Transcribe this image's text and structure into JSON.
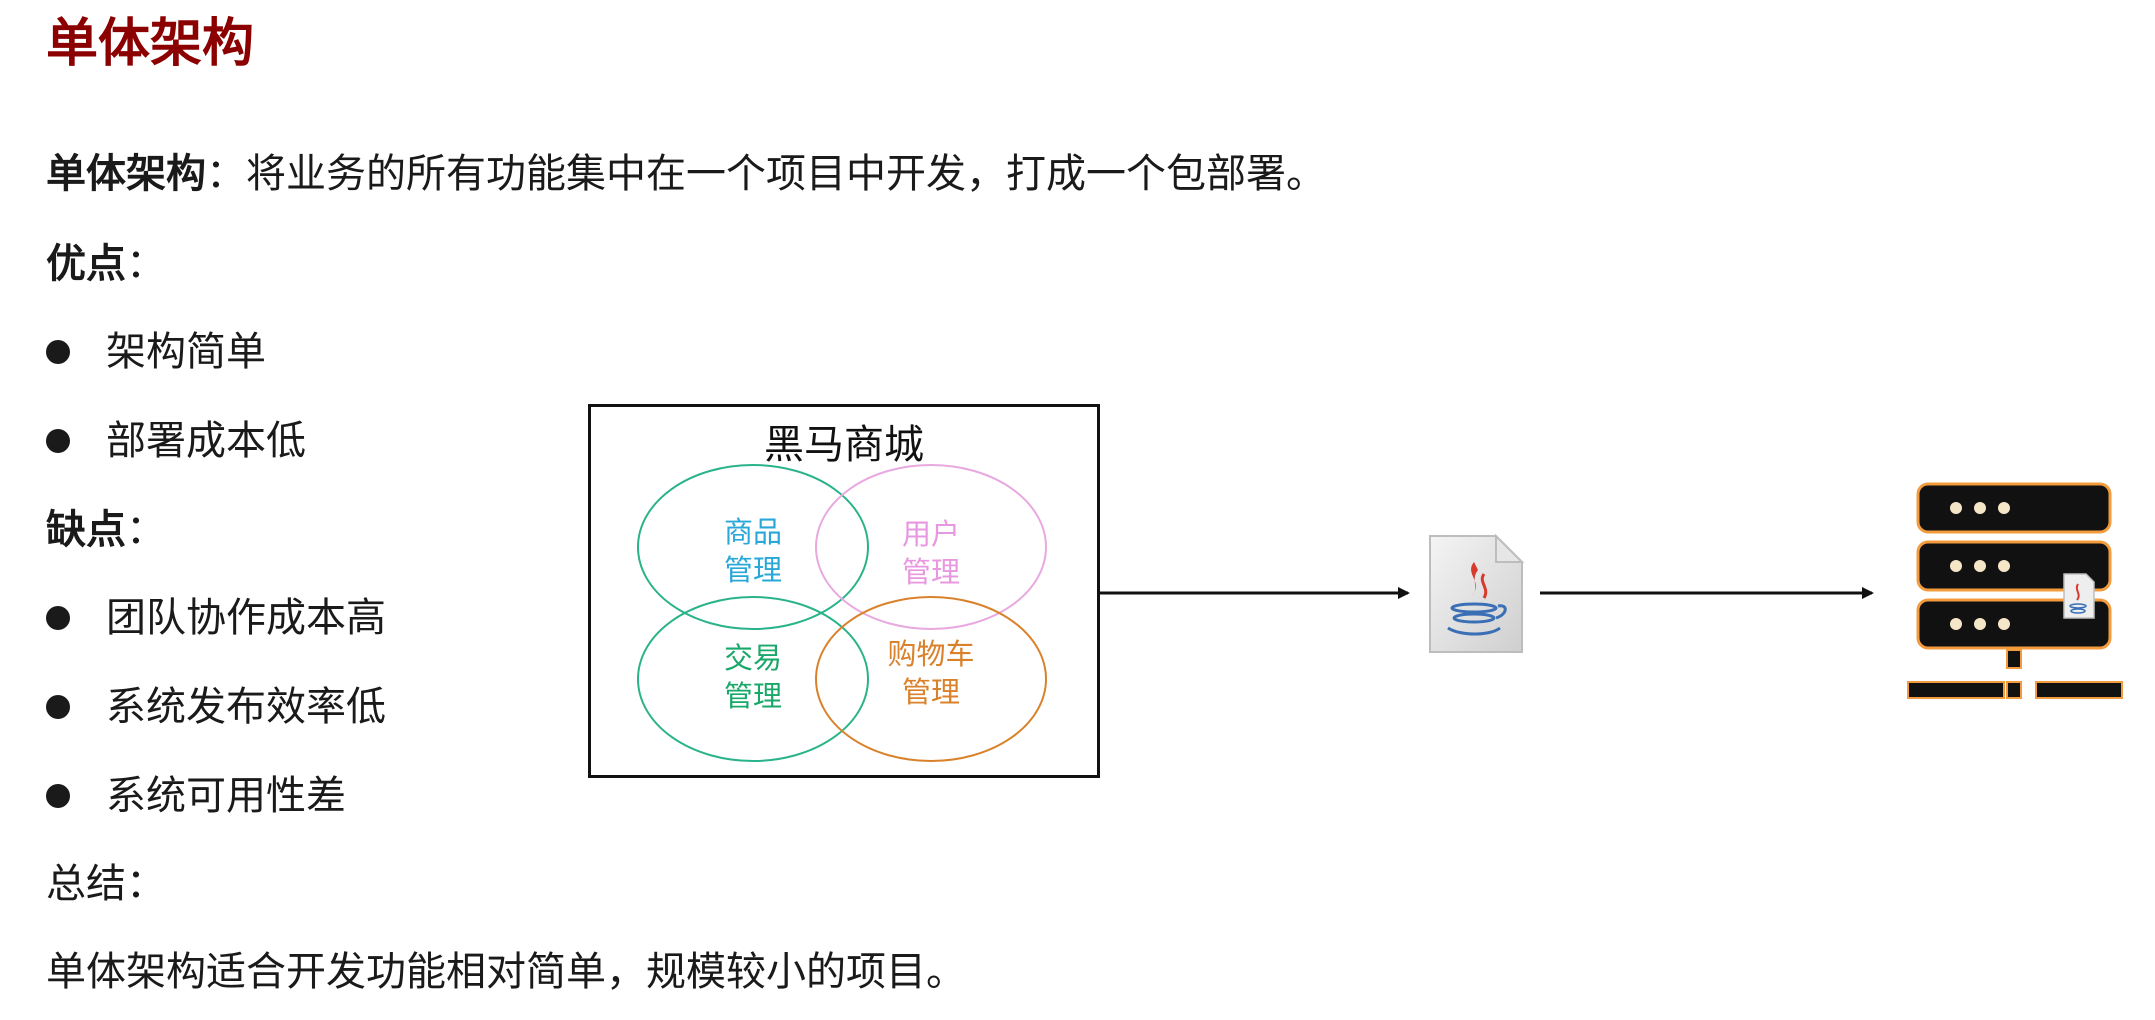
{
  "title": "单体架构",
  "definition": {
    "term": "单体架构",
    "separator": "：",
    "text": "将业务的所有功能集中在一个项目中开发，打成一个包部署。"
  },
  "pros": {
    "label": "优点",
    "colon": "：",
    "items": [
      "架构简单",
      "部署成本低"
    ]
  },
  "cons": {
    "label": "缺点",
    "colon": "：",
    "items": [
      "团队协作成本高",
      "系统发布效率低",
      "系统可用性差"
    ]
  },
  "summary": {
    "label": "总结：",
    "text": "单体架构适合开发功能相对简单，规模较小的项目。"
  },
  "diagram": {
    "box_title": "黑马商城",
    "modules": [
      {
        "name": "商品管理",
        "line1": "商品",
        "line2": "管理",
        "color": "#29a8d8"
      },
      {
        "name": "用户管理",
        "line1": "用户",
        "line2": "管理",
        "color": "#e898e0"
      },
      {
        "name": "交易管理",
        "line1": "交易",
        "line2": "管理",
        "color": "#1aa86a"
      },
      {
        "name": "购物车管理",
        "line1": "购物车",
        "line2": "管理",
        "color": "#d9822b"
      }
    ],
    "package_icon": "java-jar-file-icon",
    "server_icon": "server-rack-icon",
    "server_accent": "#f39c3d"
  },
  "colors": {
    "title": "#8b0000",
    "text": "#1a1a1a"
  }
}
